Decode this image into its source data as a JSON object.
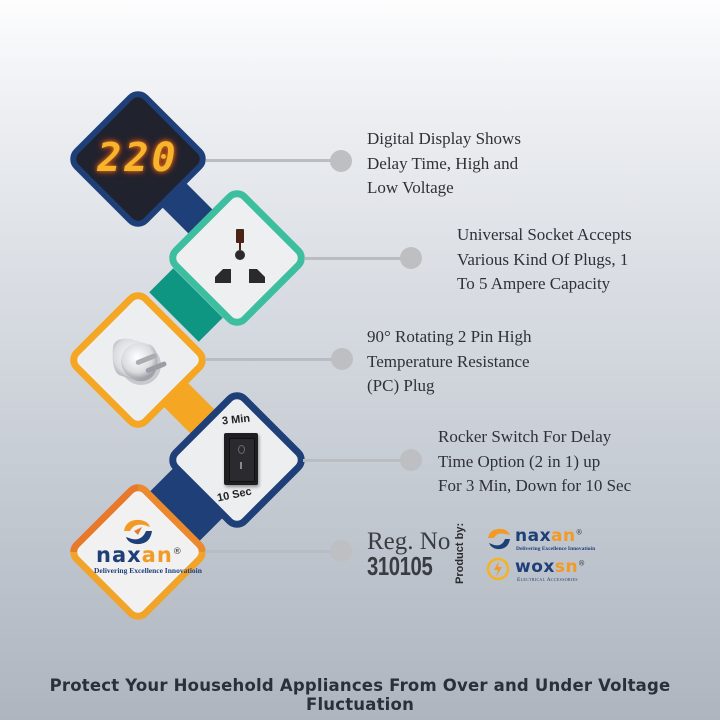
{
  "colors": {
    "navy": "#1e3f78",
    "teal": "#3dbf9f",
    "teal_dark": "#0e9683",
    "orange": "#f5a623",
    "orange_deep": "#e8782a",
    "display_bg": "#20222e",
    "led": "#f6b52b",
    "dot": "#bdbfc3",
    "line": "#b9bcc1"
  },
  "features": [
    {
      "icon": "led-display-icon",
      "display_value": "220",
      "text": "Digital Display Shows\nDelay Time, High and\nLow Voltage"
    },
    {
      "icon": "universal-socket-icon",
      "text": "Universal Socket Accepts\nVarious Kind Of Plugs, 1\nTo 5 Ampere Capacity"
    },
    {
      "icon": "two-pin-plug-icon",
      "text": "90° Rotating 2  Pin High\nTemperature Resistance\n(PC) Plug"
    },
    {
      "icon": "rocker-switch-icon",
      "switch_top_label": "3 Min",
      "switch_bottom_label": "10 Sec",
      "text": "Rocker Switch For Delay\nTime Option (2 in 1) up\nFor 3 Min, Down for 10 Sec"
    },
    {
      "icon": "naxan-logo-icon",
      "brand": "naxan",
      "brand_mark": "®",
      "tagline": "Delivering Excellence Innovatioin"
    }
  ],
  "registration": {
    "label": "Reg. No",
    "number": "310105"
  },
  "product_by": {
    "label": "Product by:",
    "brands": [
      {
        "name_a": "nax",
        "name_b": "an",
        "mark": "®",
        "tagline": "Delivering Excellence Innovatioin"
      },
      {
        "name_a": "wox",
        "name_b": "sn",
        "mark": "®",
        "tagline": "Electrical Accessories"
      }
    ]
  },
  "footer": {
    "headline": "Protect Your Household Appliances From Over and Under Voltage Fluctuation"
  }
}
